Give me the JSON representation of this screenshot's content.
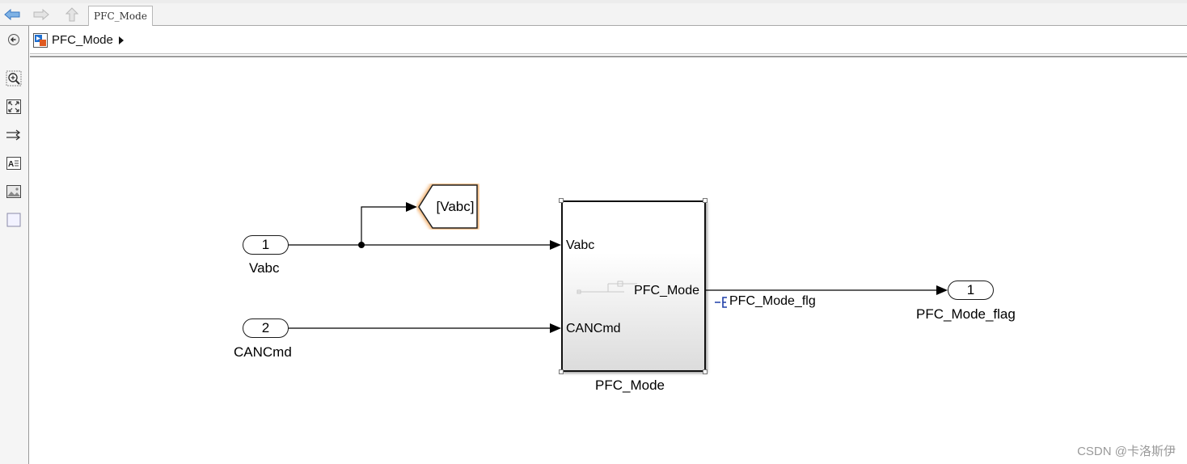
{
  "tab": {
    "label": "PFC_Mode"
  },
  "breadcrumb": {
    "label": "PFC_Mode"
  },
  "model": {
    "inports": [
      {
        "number": "1",
        "name": "Vabc"
      },
      {
        "number": "2",
        "name": "CANCmd"
      }
    ],
    "goto_tag": "[Vabc]",
    "subsystem": {
      "name": "PFC_Mode",
      "inputs": [
        "Vabc",
        "CANCmd"
      ],
      "output": "PFC_Mode"
    },
    "signal_name": "PFC_Mode_flg",
    "outport": {
      "number": "1",
      "name": "PFC_Mode_flag"
    }
  },
  "icons": {
    "nav": [
      "back-arrow-icon",
      "forward-arrow-icon",
      "up-arrow-icon"
    ],
    "palette": [
      "hide-browser-icon",
      "zoom-icon",
      "fit-view-icon",
      "signal-arrows-icon",
      "annotation-icon",
      "image-icon",
      "area-icon"
    ]
  },
  "colors": {
    "goto_glow": "#f0a050",
    "signal_line": "#000000",
    "resolved_signal_icon": "#1f3fa8"
  },
  "watermark": "CSDN @卡洛斯伊"
}
